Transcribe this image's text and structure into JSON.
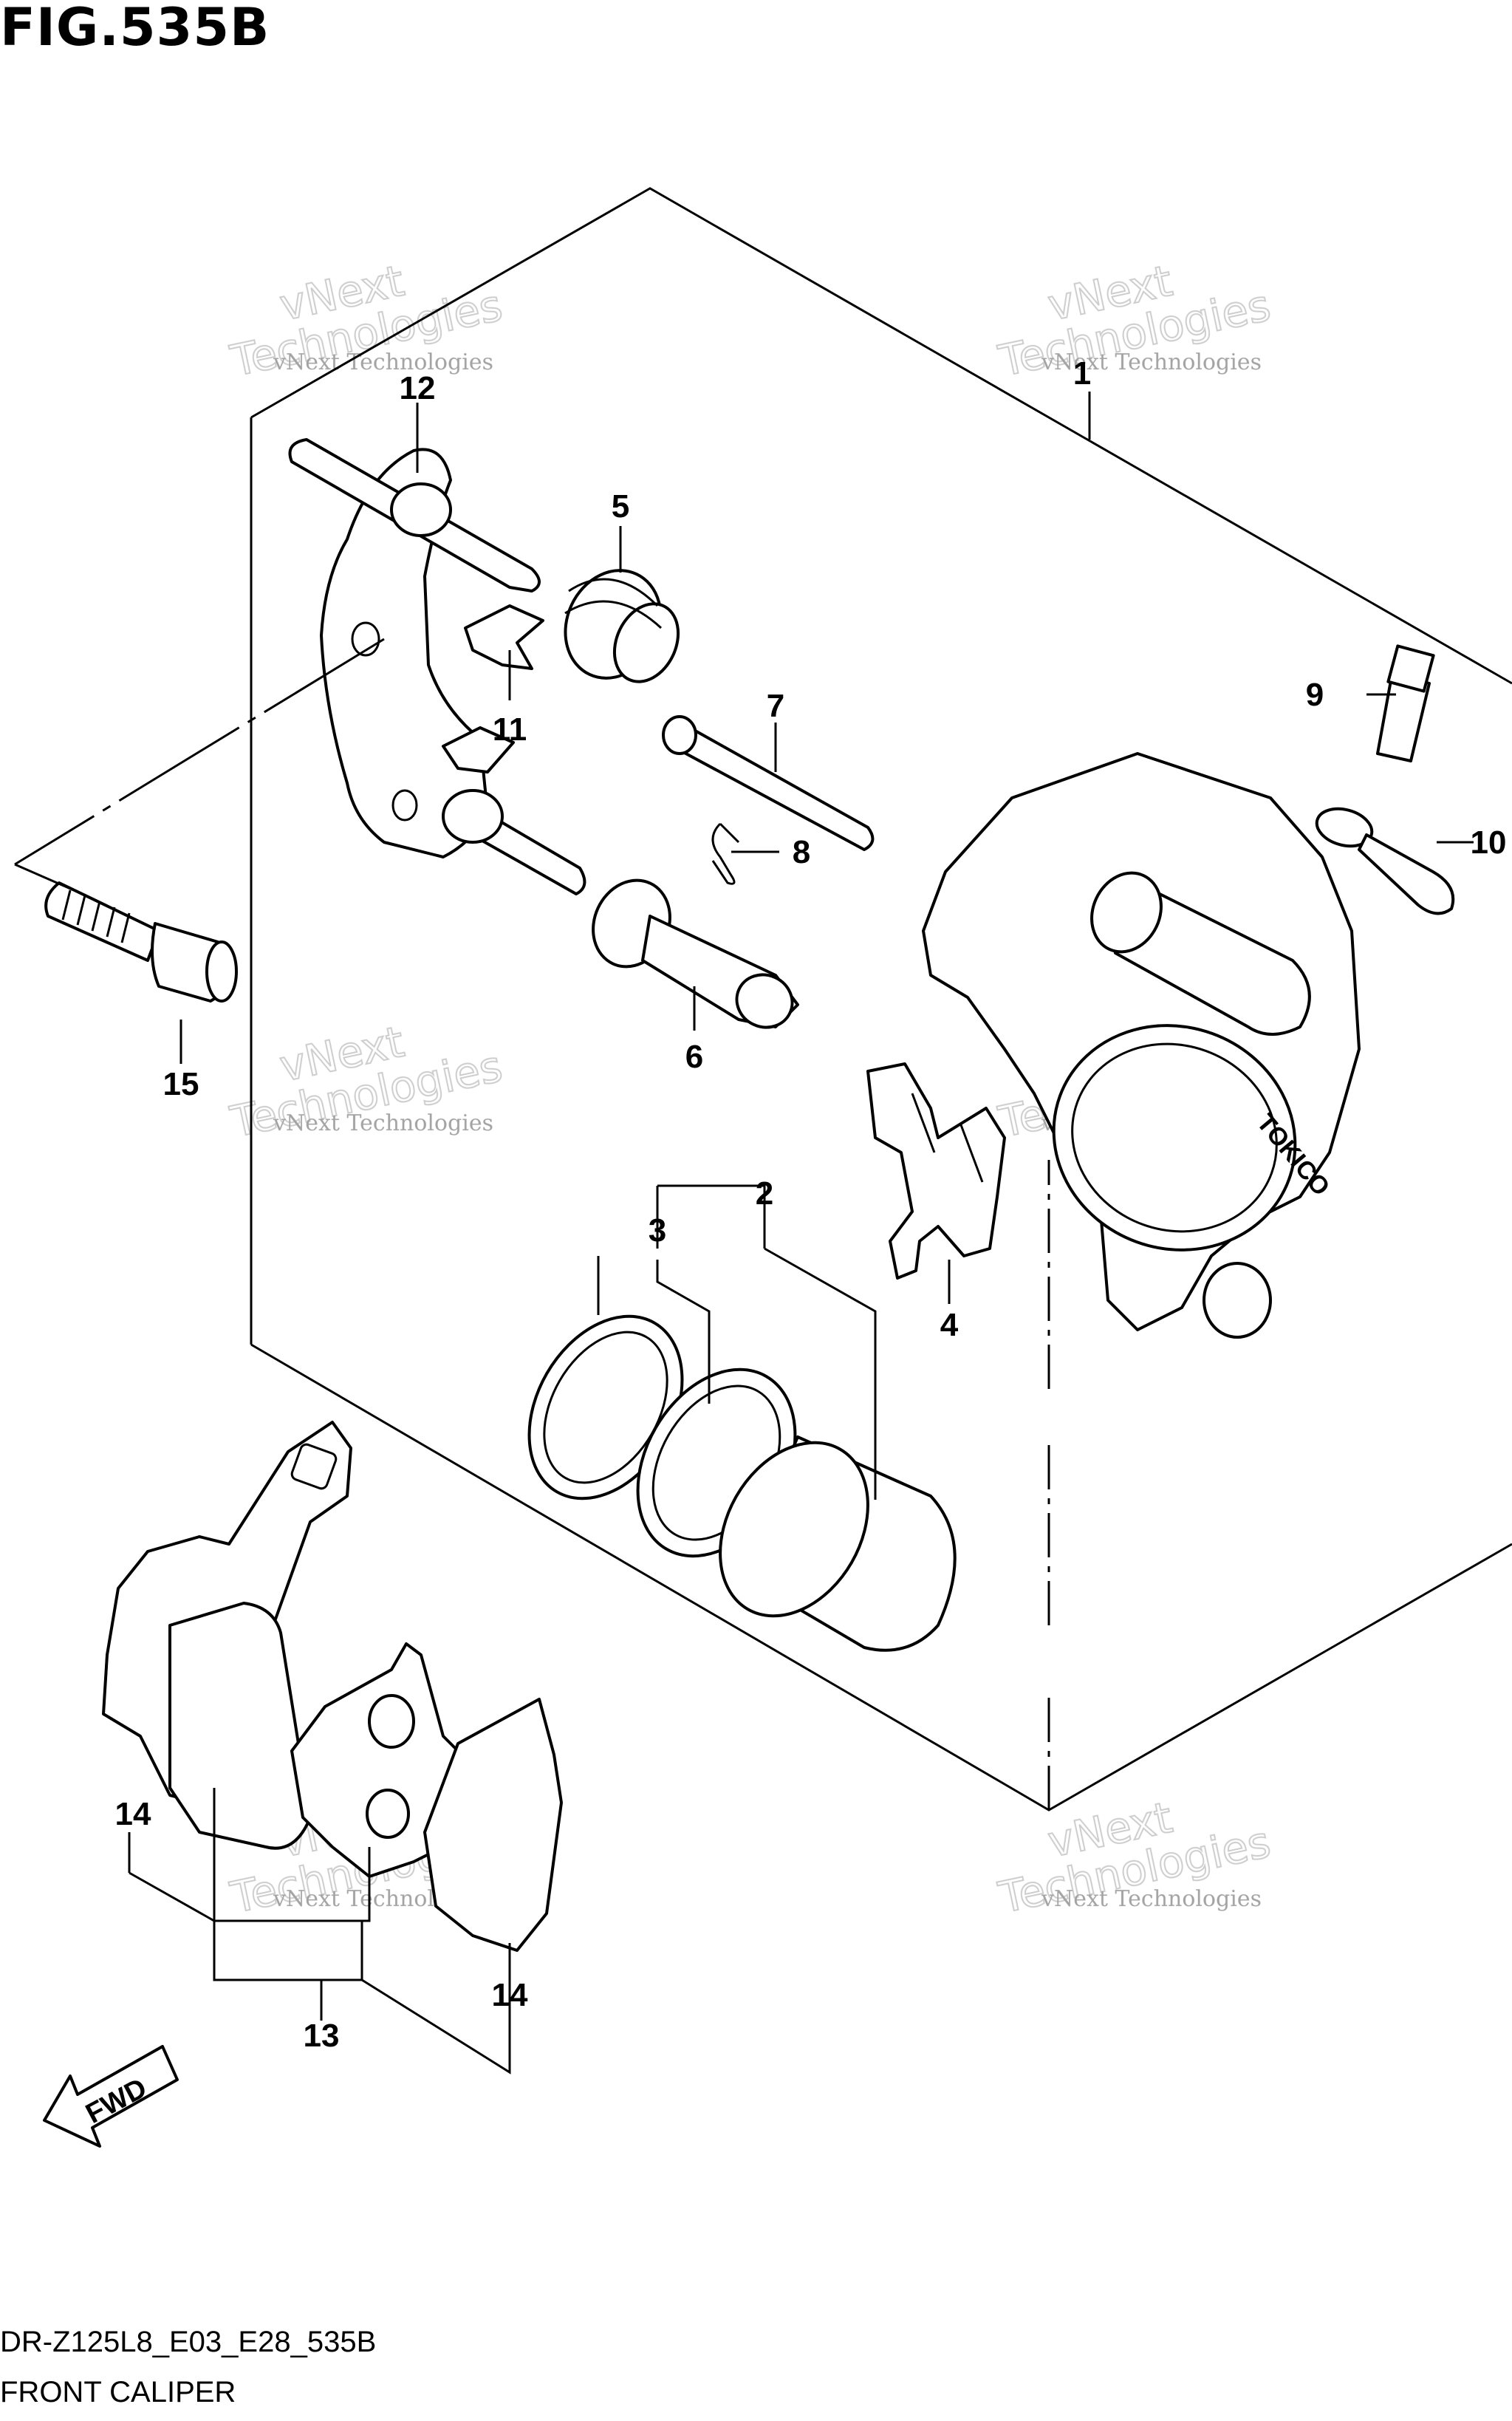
{
  "figure": {
    "title": "FIG.535B",
    "model_code": "DR-Z125L8_E03_E28_535B",
    "caption": "FRONT CALIPER",
    "direction_label": "FWD",
    "brand_marking": "TOKICO"
  },
  "callouts": [
    "1",
    "2",
    "3",
    "4",
    "5",
    "6",
    "7",
    "8",
    "9",
    "10",
    "11",
    "12",
    "13",
    "14",
    "14",
    "15"
  ],
  "watermark": {
    "line1": "vNext Technologies",
    "line2": "vNext",
    "line3": "Technologies"
  }
}
